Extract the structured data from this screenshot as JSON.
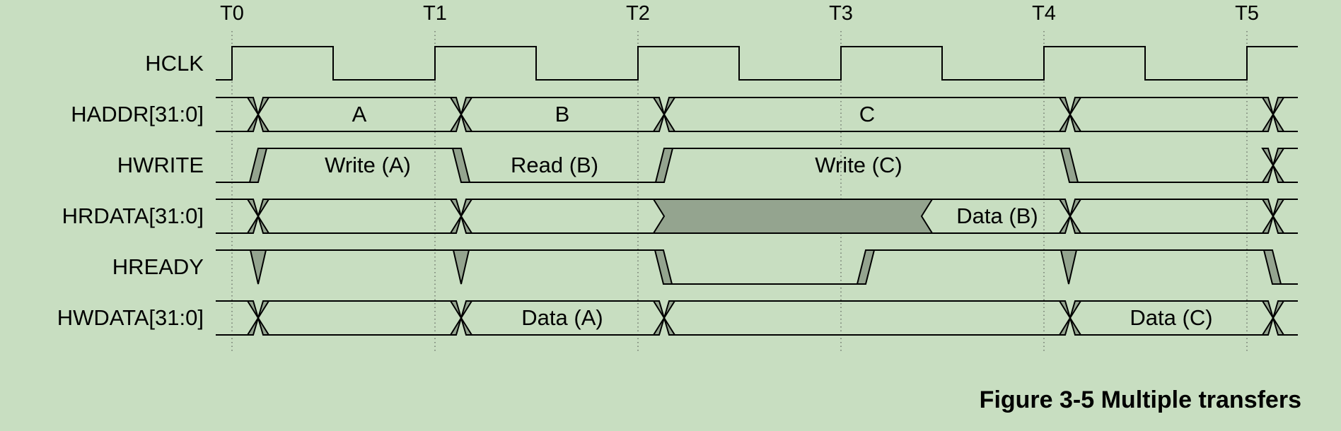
{
  "figure": {
    "caption": "Figure 3-5 Multiple transfers"
  },
  "time_markers": [
    "T0",
    "T1",
    "T2",
    "T3",
    "T4",
    "T5"
  ],
  "signals": [
    {
      "id": "hclk",
      "label": "HCLK"
    },
    {
      "id": "haddr",
      "label": "HADDR[31:0]",
      "segments": [
        {
          "label": "A"
        },
        {
          "label": "B"
        },
        {
          "label": "C"
        },
        {
          "label": ""
        }
      ]
    },
    {
      "id": "hwrite",
      "label": "HWRITE",
      "segments": [
        {
          "label": "Write (A)"
        },
        {
          "label": "Read (B)"
        },
        {
          "label": "Write (C)"
        },
        {
          "label": ""
        }
      ]
    },
    {
      "id": "hrdata",
      "label": "HRDATA[31:0]",
      "segments": [
        {
          "label": ""
        },
        {
          "label": ""
        },
        {
          "label": ""
        },
        {
          "label": "Data (B)"
        },
        {
          "label": ""
        }
      ]
    },
    {
      "id": "hready",
      "label": "HREADY"
    },
    {
      "id": "hwdata",
      "label": "HWDATA[31:0]",
      "segments": [
        {
          "label": ""
        },
        {
          "label": "Data (A)"
        },
        {
          "label": ""
        },
        {
          "label": "Data (C)"
        }
      ]
    }
  ],
  "colors": {
    "background": "#c8dec1",
    "transition_fill": "#94a48f",
    "line": "#000000"
  }
}
